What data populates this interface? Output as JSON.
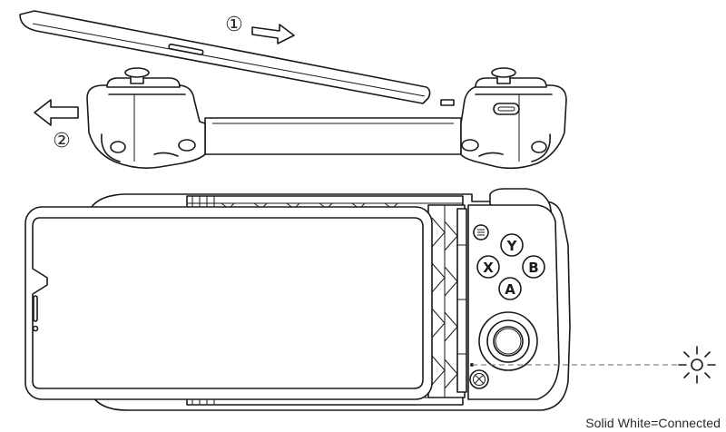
{
  "steps": {
    "one": "①",
    "two": "②"
  },
  "buttons": {
    "y": "Y",
    "x": "X",
    "b": "B",
    "a": "A"
  },
  "caption": "Solid White=Connected",
  "colors": {
    "line": "#1a1a1a",
    "grey": "#9a9a9a",
    "background": "#ffffff"
  }
}
